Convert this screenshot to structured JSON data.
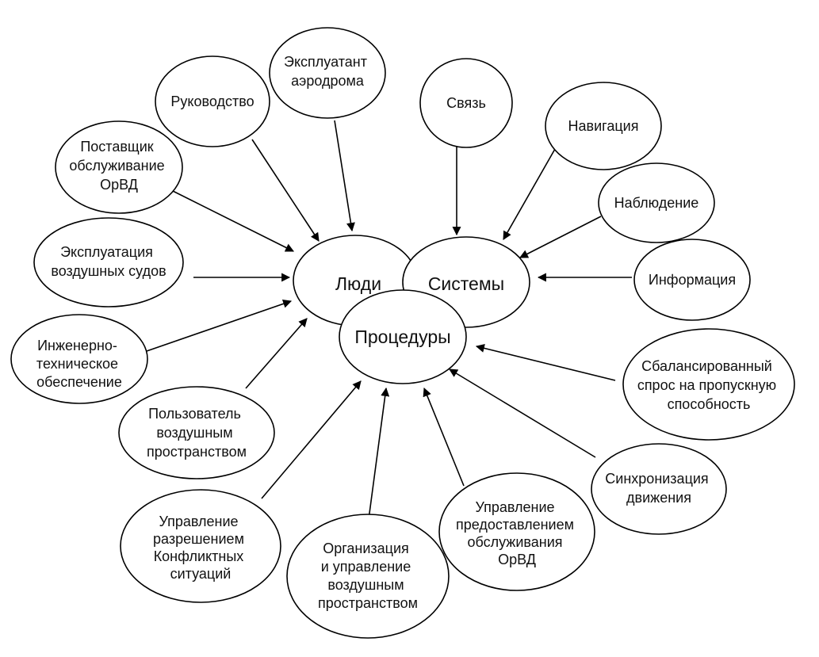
{
  "core": {
    "people": "Люди",
    "systems": "Системы",
    "procedures": "Процедуры"
  },
  "nodes": {
    "management": [
      "Руководство"
    ],
    "aerodrome_operator": [
      "Эксплуатант",
      "аэродрома"
    ],
    "communication": [
      "Связь"
    ],
    "navigation": [
      "Навигация"
    ],
    "ats_provider": [
      "Поставщик",
      "обслуживание",
      "ОрВД"
    ],
    "surveillance": [
      "Наблюдение"
    ],
    "aircraft_operation": [
      "Эксплуатация",
      "воздушных судов"
    ],
    "information": [
      "Информация"
    ],
    "engineering": [
      "Инженерно-",
      "техническое",
      "обеспечение"
    ],
    "airspace_user": [
      "Пользователь",
      "воздушным",
      "пространством"
    ],
    "balanced_demand": [
      "Сбалансированный",
      "спрос на пропускную",
      "способность"
    ],
    "traffic_sync": [
      "Синхронизация",
      "движения"
    ],
    "conflict_management": [
      "Управление",
      "разрешением",
      "Конфликтных",
      "ситуаций"
    ],
    "airspace_organization": [
      "Организация",
      "и управление",
      "воздушным",
      "пространством"
    ],
    "service_delivery": [
      "Управление",
      "предоставлением",
      "обслуживания",
      "ОрВД"
    ]
  }
}
